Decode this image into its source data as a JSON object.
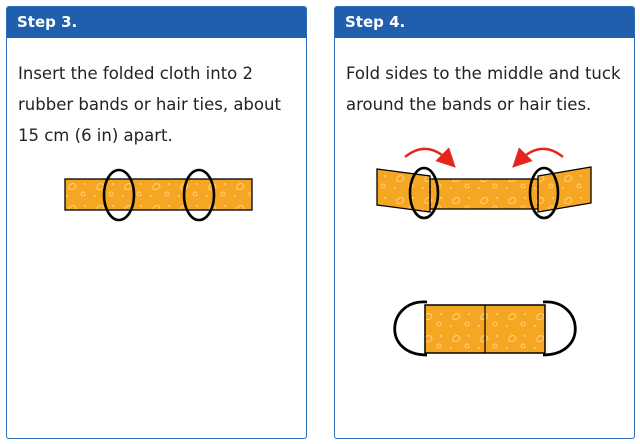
{
  "steps": [
    {
      "title": "Step 3.",
      "text": "Insert the folded cloth into 2 rubber bands or hair ties, about 15 cm (6 in) apart."
    },
    {
      "title": "Step 4.",
      "text": "Fold sides to the middle and tuck around the bands or hair ties."
    }
  ],
  "colors": {
    "header": "#1f5fad",
    "border": "#2a6db5",
    "cloth": "#f5a623",
    "arrow": "#e4251b"
  },
  "icons": {
    "step3": "cloth-with-two-bands",
    "step4_fold": "fold-sides-arrows",
    "step4_result": "finished-mask"
  }
}
